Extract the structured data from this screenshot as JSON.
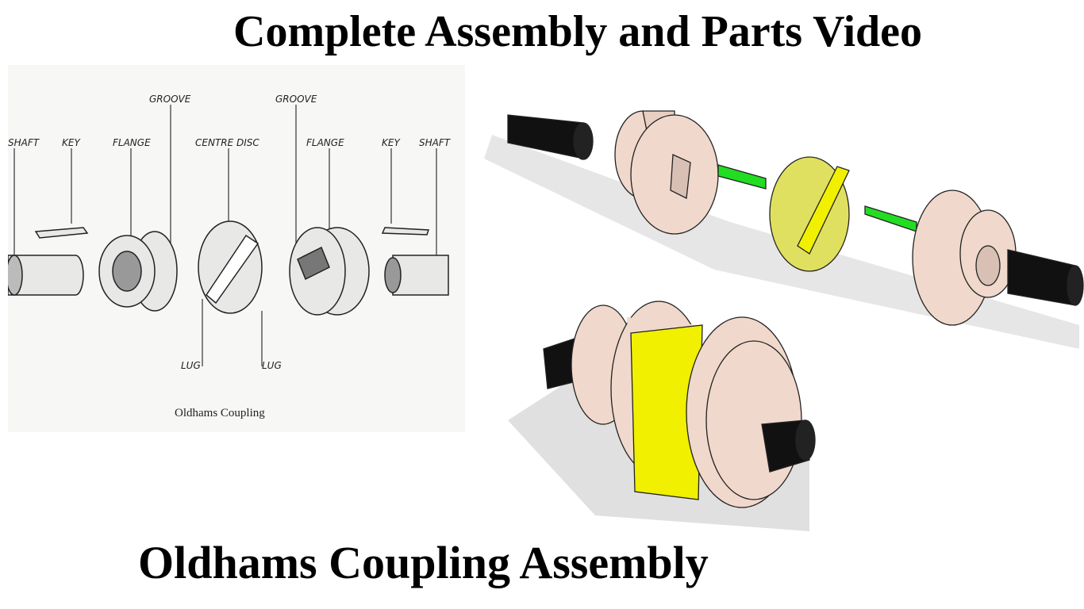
{
  "title": "Complete Assembly and Parts Video",
  "subtitle": "Oldhams Coupling Assembly",
  "sketch": {
    "labels": {
      "shaft_left": "SHAFT",
      "key_left": "KEY",
      "flange_left": "FLANGE",
      "groove_left": "GROOVE",
      "centre_disc": "CENTRE DISC",
      "groove_right": "GROOVE",
      "flange_right": "FLANGE",
      "key_right": "KEY",
      "shaft_right": "SHAFT",
      "lug_left": "LUG",
      "lug_right": "LUG"
    },
    "caption": "Oldhams Coupling"
  },
  "colors": {
    "flange": "#f0d8cc",
    "disc": "#f0f000",
    "key": "#22dd22",
    "shaft": "#111111"
  }
}
